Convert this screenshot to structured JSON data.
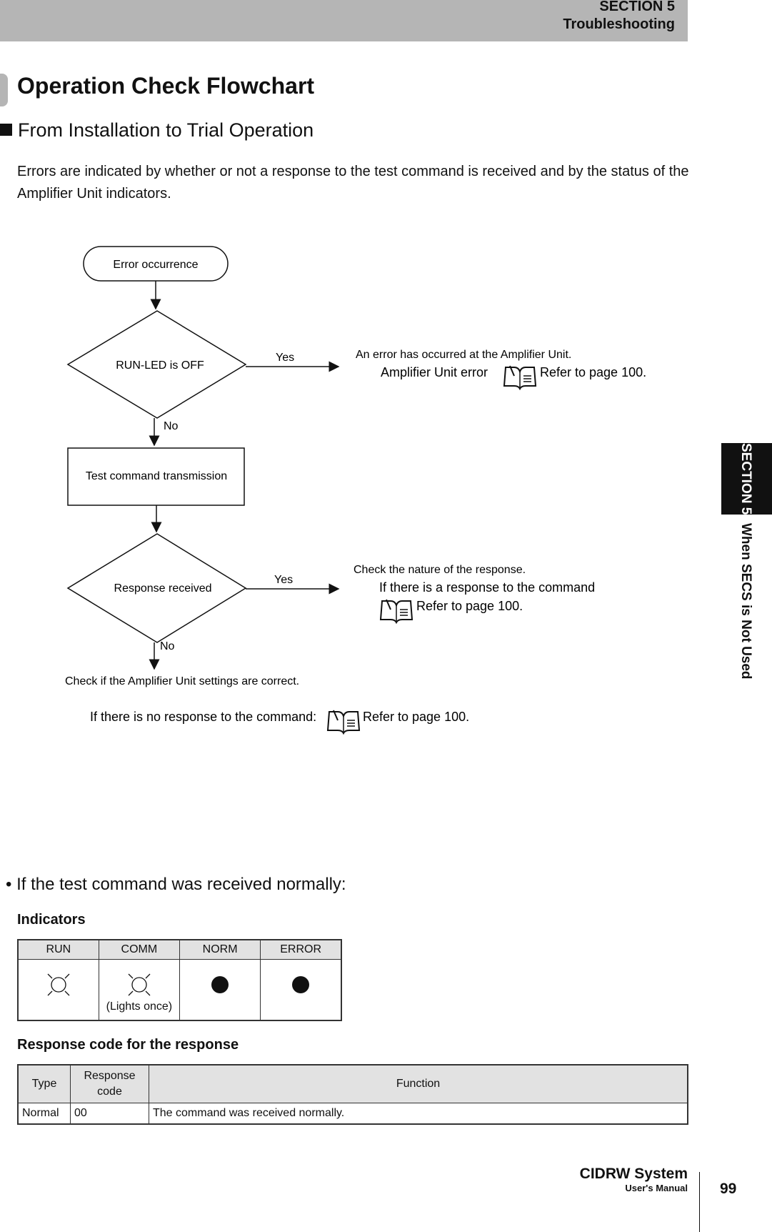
{
  "header": {
    "section": "SECTION 5",
    "section_title": "Troubleshooting"
  },
  "page_title": "Operation Check Flowchart",
  "subtitle": "From Installation to Trial Operation",
  "intro": "Errors are indicated by whether or not a response to the test command is received and by the status of the Amplifier Unit indicators.",
  "side_tab": {
    "section": "SECTION 5",
    "title": "When SECS is Not Used"
  },
  "flowchart": {
    "start": "Error occurrence",
    "decision1": "RUN-LED is OFF",
    "decision1_yes": "Yes",
    "decision1_no": "No",
    "yes1_note": "An error has occurred at the Amplifier Unit.",
    "yes1_item": "Amplifier Unit error",
    "yes1_ref": "Refer to page 100.",
    "process": "Test command transmission",
    "decision2": "Response received",
    "decision2_yes": "Yes",
    "decision2_no": "No",
    "yes2_note": "Check the nature of the response.",
    "yes2_item": "If there is a response to the command",
    "yes2_ref": "Refer to page 100.",
    "no2_note": "Check if the Amplifier Unit settings are correct.",
    "no2_item": "If there is no response to the command:",
    "no2_ref": "Refer to page 100."
  },
  "bullet": "• If the test command was received normally:",
  "indicators": {
    "heading": "Indicators",
    "columns": [
      "RUN",
      "COMM",
      "NORM",
      "ERROR"
    ],
    "states": [
      "lit",
      "lit",
      "off",
      "off"
    ],
    "comm_note": "(Lights once)"
  },
  "response": {
    "heading": "Response code for the response",
    "columns": [
      "Type",
      "Response code",
      "Function"
    ],
    "rows": [
      [
        "Normal",
        "00",
        "The command was received normally."
      ]
    ]
  },
  "footer": {
    "title": "CIDRW System",
    "subtitle": "User's Manual",
    "page": "99"
  }
}
